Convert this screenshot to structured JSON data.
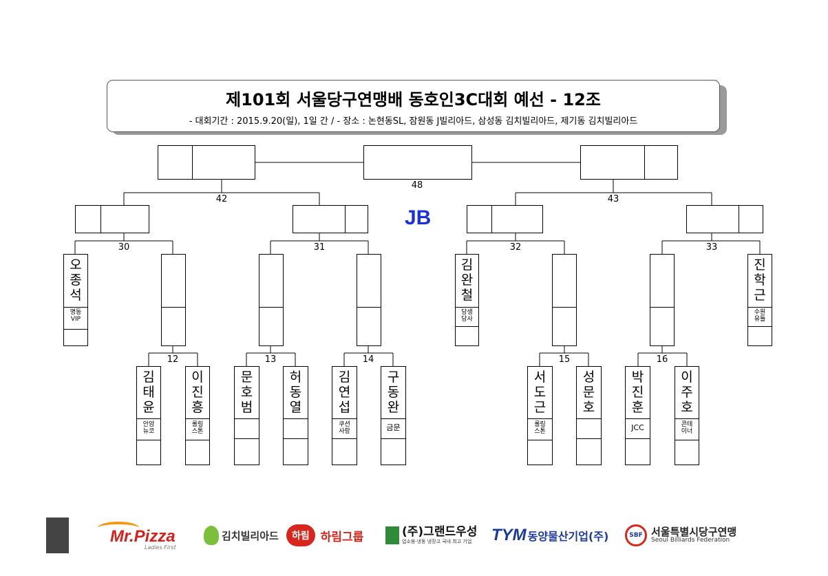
{
  "header": {
    "title": "제101회 서울당구연맹배 동호인3C대회 예선 - 12조",
    "subtitle": "- 대회기간 : 2015.9.20(일), 1일 간 / - 장소 : 논현동SL, 잠원동 J빌리아드, 삼성동 김치빌리아드, 제기동 김치빌리아드"
  },
  "mark": "JB",
  "matches": {
    "final": "48",
    "semi_left": "42",
    "semi_right": "43",
    "m30": "30",
    "m31": "31",
    "m32": "32",
    "m33": "33",
    "m12": "12",
    "m13": "13",
    "m14": "14",
    "m15": "15",
    "m16": "16"
  },
  "players": {
    "p1": {
      "name": [
        "오",
        "종",
        "석"
      ],
      "club": [
        "명동",
        "VIP"
      ]
    },
    "p2": {
      "name": [
        "김",
        "완",
        "철"
      ],
      "club": [
        "당생",
        "당사"
      ]
    },
    "p3": {
      "name": [
        "진",
        "학",
        "근"
      ],
      "club": [
        "수원",
        "유틀"
      ]
    },
    "p4": {
      "name": [
        "김",
        "태",
        "윤"
      ],
      "club": [
        "안암",
        "뉴코"
      ]
    },
    "p5": {
      "name": [
        "이",
        "진",
        "흥"
      ],
      "club": [
        "롤링",
        "스톤"
      ]
    },
    "p6": {
      "name": [
        "문",
        "호",
        "범"
      ],
      "club": []
    },
    "p7": {
      "name": [
        "허",
        "동",
        "열"
      ],
      "club": []
    },
    "p8": {
      "name": [
        "김",
        "연",
        "섭"
      ],
      "club": [
        "쿠션",
        "사랑"
      ]
    },
    "p9": {
      "name": [
        "구",
        "동",
        "완"
      ],
      "club": [
        "금문"
      ]
    },
    "p10": {
      "name": [
        "서",
        "도",
        "근"
      ],
      "club": [
        "롤링",
        "스톤"
      ]
    },
    "p11": {
      "name": [
        "성",
        "문",
        "호"
      ],
      "club": []
    },
    "p12": {
      "name": [
        "박",
        "진",
        "훈"
      ],
      "club": [
        "JCC"
      ]
    },
    "p13": {
      "name": [
        "이",
        "주",
        "호"
      ],
      "club": [
        "콘테",
        "이너"
      ]
    }
  },
  "sponsors": {
    "mrpizza": "Mr.Pizza",
    "mrpizza_tag": "Ladies First",
    "kimchi": "김치빌리아드",
    "harim_badge": "하림",
    "harim": "하림그룹",
    "grand": "(주)그랜드우성",
    "grand_tag": "업소용·냉동 냉장고 국내 최고 기업",
    "tym_mark": "TYM",
    "tym": "동양물산기업(주)",
    "sbf_badge": "SBF",
    "sbf": "서울특별시당구연맹",
    "sbf_en": "Seoul Billiards Federation"
  },
  "colors": {
    "mark": "#1a2fe0",
    "pizza_red": "#d6201c",
    "pizza_orange": "#f39a12",
    "harim_red": "#d7261e",
    "tym_blue": "#1c3a9a",
    "grand_green": "#2f8a3a"
  }
}
